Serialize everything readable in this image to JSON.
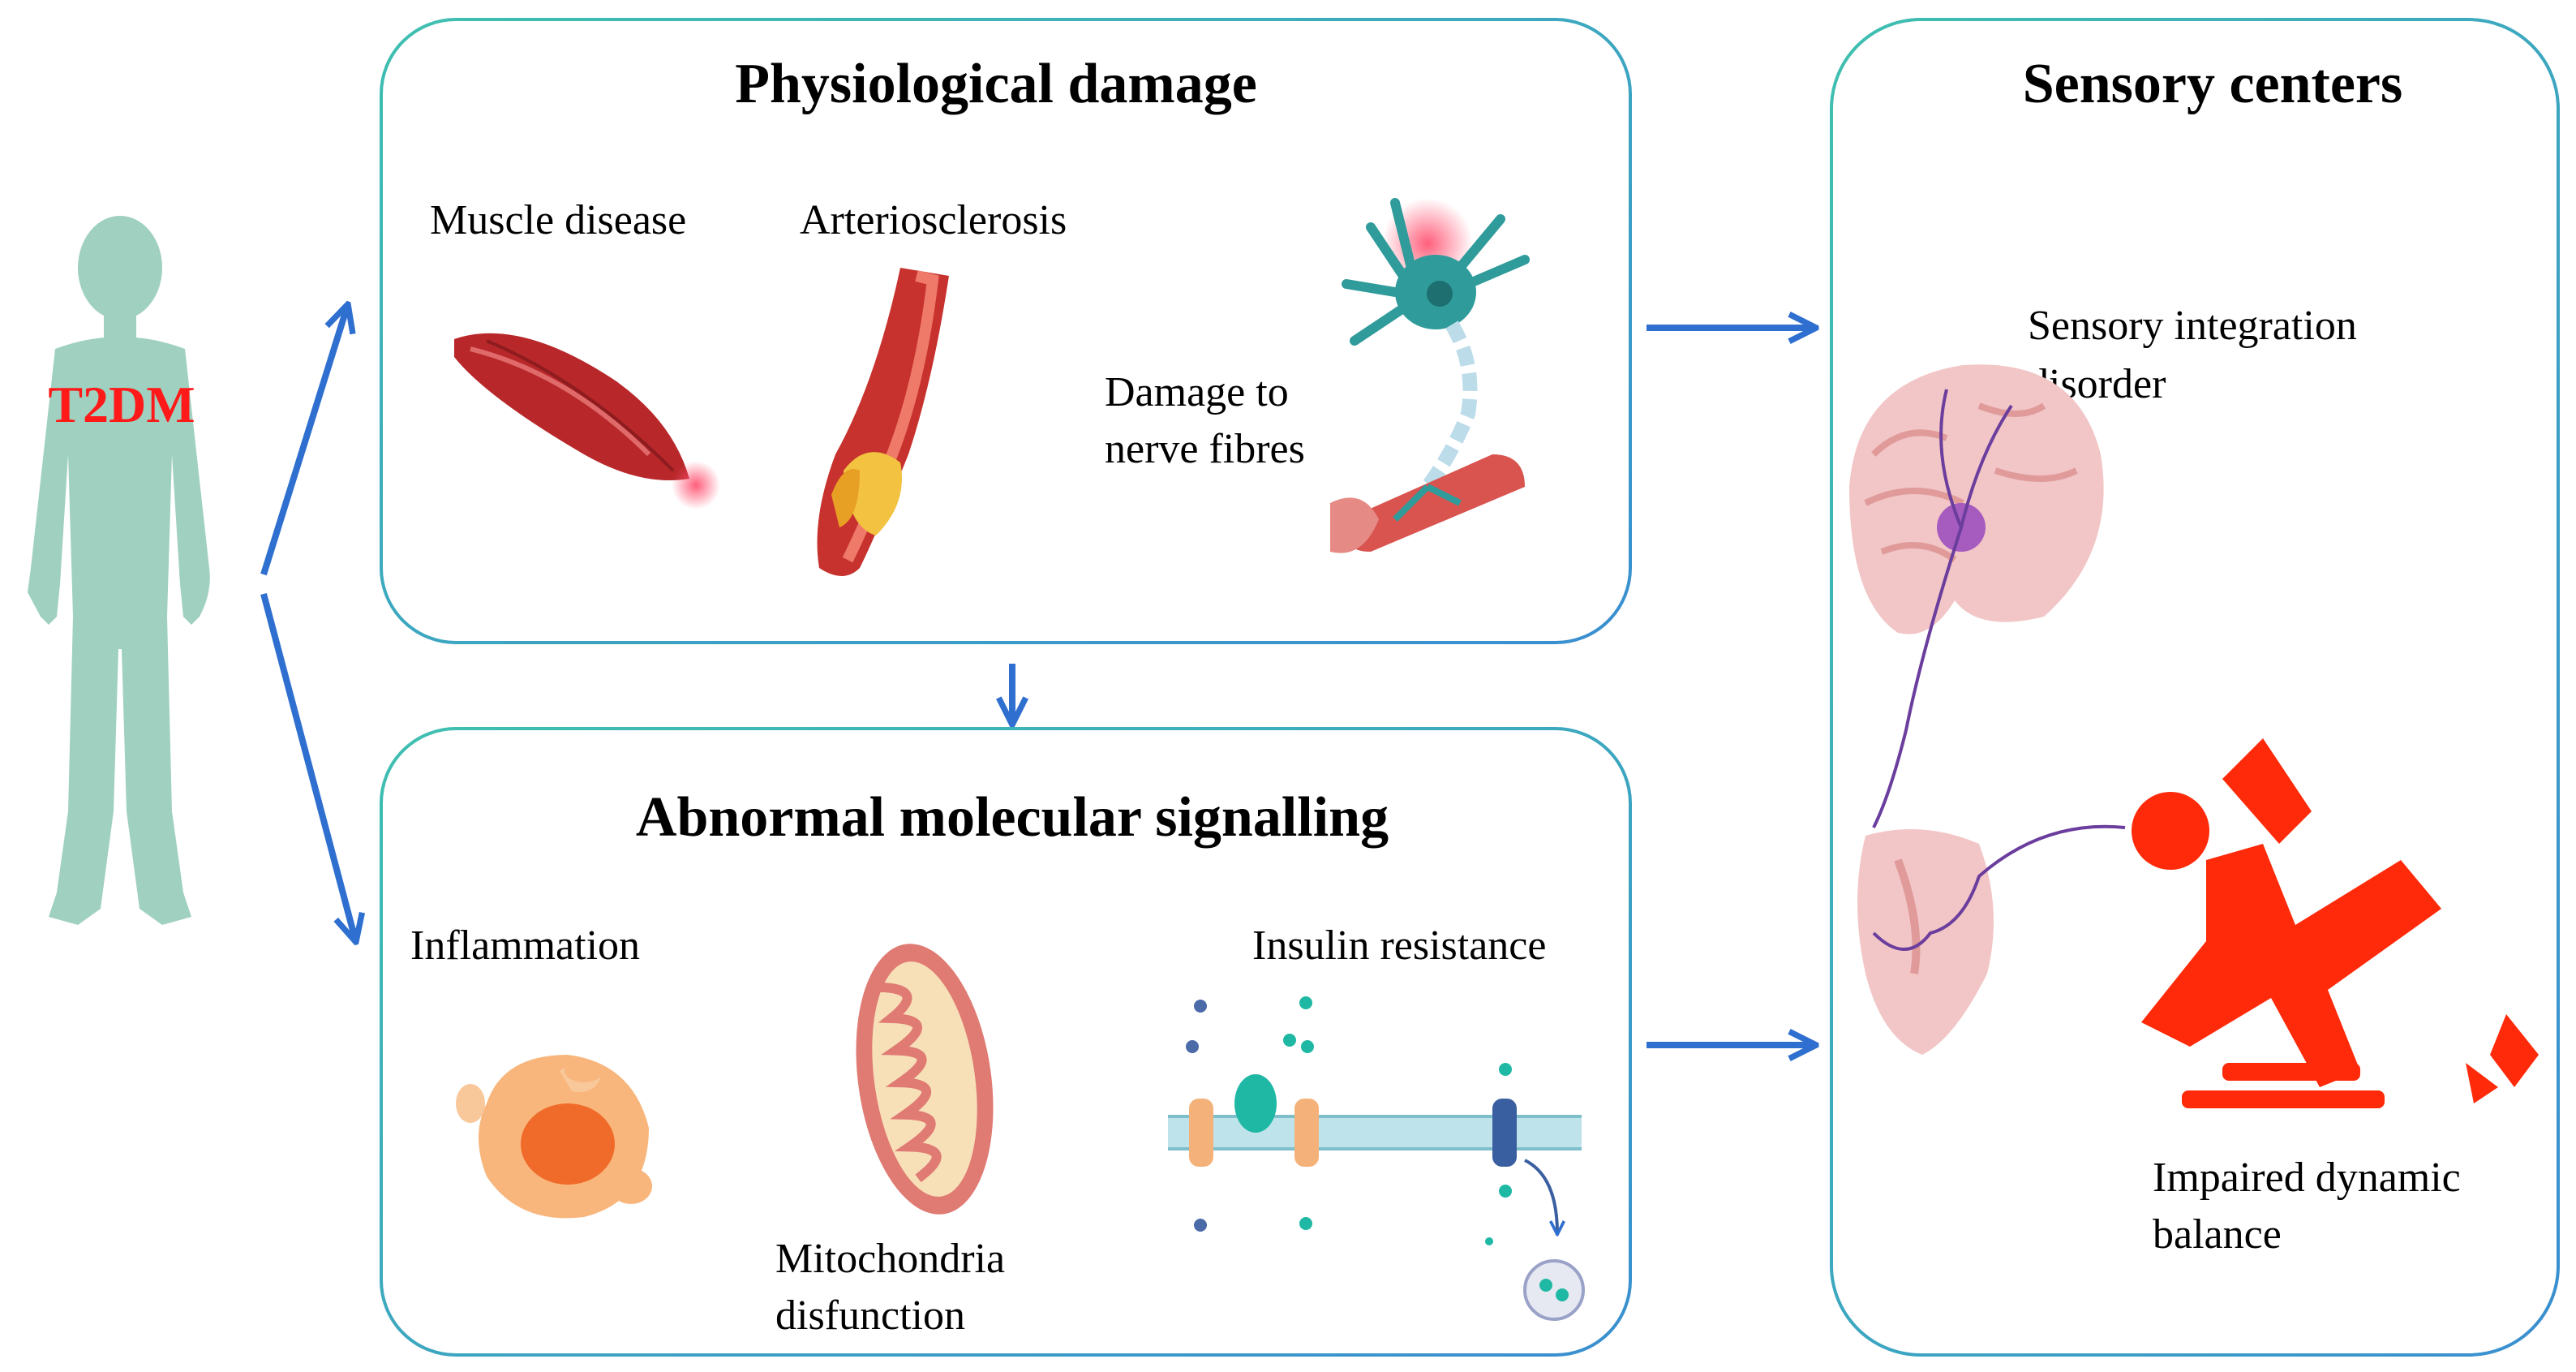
{
  "person": {
    "label": "T2DM"
  },
  "physiological": {
    "title": "Physiological damage",
    "muscle": "Muscle disease",
    "artery": "Arteriosclerosis",
    "nerve_line1": "Damage to",
    "nerve_line2": "nerve fibres"
  },
  "molecular": {
    "title": "Abnormal molecular signalling",
    "inflammation": "Inflammation",
    "mito_line1": "Mitochondria",
    "mito_line2": "disfunction",
    "insulin": "Insulin resistance"
  },
  "sensory": {
    "title": "Sensory centers",
    "integration_line1": "Sensory integration",
    "integration_line2": "disorder",
    "balance_line1": "Impaired dynamic",
    "balance_line2": "balance"
  },
  "colors": {
    "panel_border": "#3fbfb0",
    "arrow": "#2f6fcf",
    "person": "#9fd0c0",
    "t2dm": "#ff1a1a",
    "fall_figure": "#ff2a0a"
  }
}
